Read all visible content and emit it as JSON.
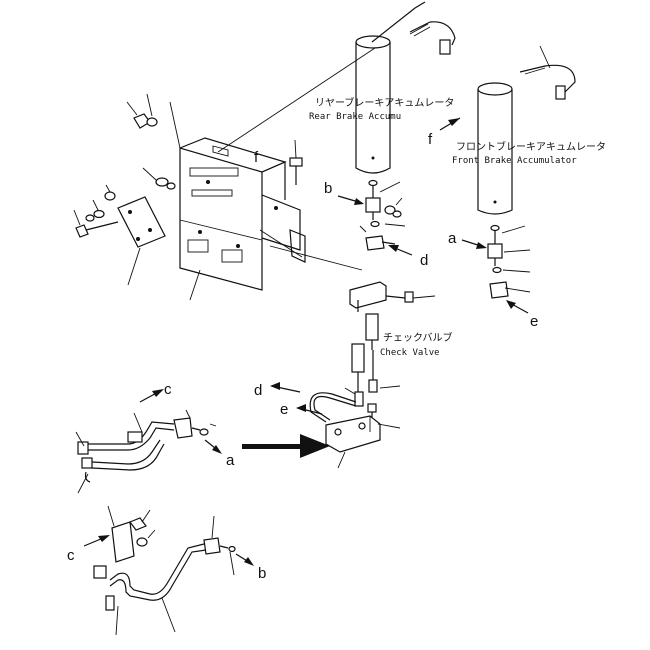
{
  "labels": {
    "rear_accumulator_jp": "リヤーブレーキアキュムレータ",
    "rear_accumulator_en": "Rear Brake Accumu",
    "front_accumulator_jp": "フロントブレーキアキュムレータ",
    "front_accumulator_en": "Front Brake Accumulator",
    "check_valve_jp": "チェックバルブ",
    "check_valve_en": "Check Valve"
  },
  "refs": {
    "a": "a",
    "b": "b",
    "c": "c",
    "d": "d",
    "e": "e",
    "f": "f"
  }
}
